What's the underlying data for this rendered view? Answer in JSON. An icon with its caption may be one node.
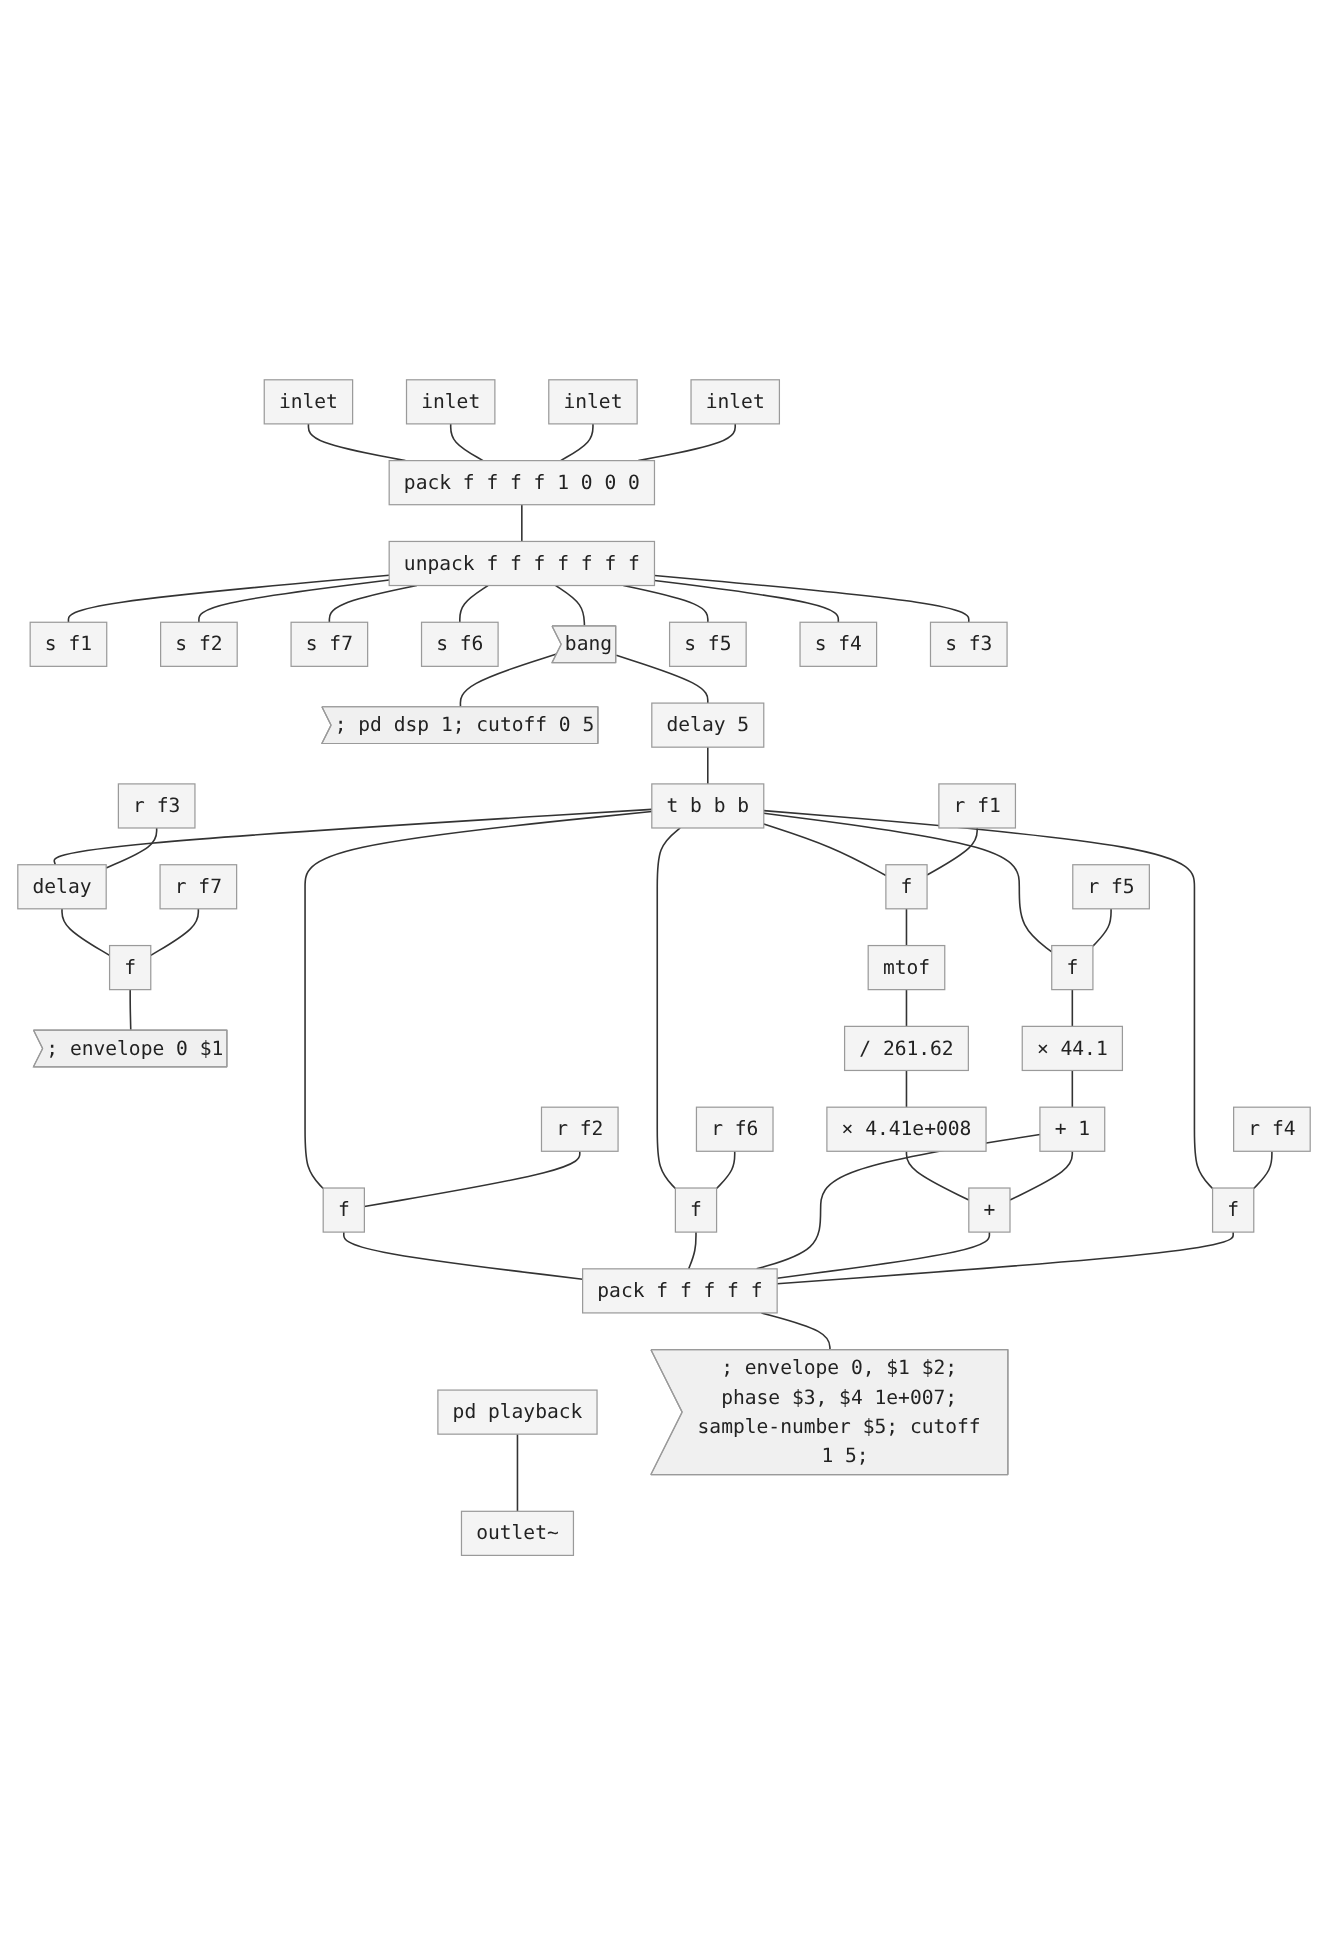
{
  "diagram": {
    "nodes": [
      {
        "text": [
          "inlet"
        ]
      },
      {
        "text": [
          "inlet"
        ]
      },
      {
        "text": [
          "inlet"
        ]
      },
      {
        "text": [
          "inlet"
        ]
      },
      {
        "text": [
          "pack f f f f 1 0 0 0"
        ]
      },
      {
        "text": [
          "unpack f f f f f f f"
        ]
      },
      {
        "text": [
          "s f1"
        ]
      },
      {
        "text": [
          "s f2"
        ]
      },
      {
        "text": [
          "s f7"
        ]
      },
      {
        "text": [
          "s f6"
        ]
      },
      {
        "text": [
          "bang"
        ]
      },
      {
        "text": [
          "s f5"
        ]
      },
      {
        "text": [
          "; pd dsp 1; cutoff 0 5"
        ]
      },
      {
        "text": [
          "delay 5"
        ]
      },
      {
        "text": [
          "s f4"
        ]
      },
      {
        "text": [
          "t b b b"
        ]
      },
      {
        "text": [
          "s f3"
        ]
      },
      {
        "text": [
          "r f3"
        ]
      },
      {
        "text": [
          "delay"
        ]
      },
      {
        "text": [
          "r f7"
        ]
      },
      {
        "text": [
          "f"
        ]
      },
      {
        "text": [
          "; envelope 0 $1"
        ]
      },
      {
        "text": [
          "r f1"
        ]
      },
      {
        "text": [
          "f"
        ]
      },
      {
        "text": [
          "mtof"
        ]
      },
      {
        "text": [
          "r f2"
        ]
      },
      {
        "text": [
          "f"
        ]
      },
      {
        "text": [
          "r f6"
        ]
      },
      {
        "text": [
          "f"
        ]
      },
      {
        "text": [
          "r f5"
        ]
      },
      {
        "text": [
          "f"
        ]
      },
      {
        "text": [
          "r f4"
        ]
      },
      {
        "text": [
          "f"
        ]
      },
      {
        "text": [
          "/ 261.62"
        ]
      },
      {
        "text": [
          "× 44.1"
        ]
      },
      {
        "text": [
          "× 4.41e+008"
        ]
      },
      {
        "text": [
          "+ 1"
        ]
      },
      {
        "text": [
          "+"
        ]
      },
      {
        "text": [
          "pack f f f f f"
        ]
      },
      {
        "text": [
          "pd playback"
        ]
      },
      {
        "text": [
          "; envelope 0, $1 $2; phase $3, $4 1e+007; sample-number $5; cutoff 1 5;"
        ]
      },
      {
        "text": [
          "outlet~"
        ]
      }
    ],
    "edges": [
      {
        "from": 0,
        "to": 4,
        "arrow": "none"
      },
      {
        "from": 1,
        "to": 4,
        "arrow": "none"
      },
      {
        "from": 2,
        "to": 4,
        "arrow": "none"
      },
      {
        "from": 3,
        "to": 4,
        "arrow": "none"
      },
      {
        "from": 4,
        "to": 5,
        "arrow": "none"
      },
      {
        "from": 5,
        "to": 6,
        "arrow": "none"
      },
      {
        "from": 5,
        "to": 10,
        "arrow": "none"
      },
      {
        "from": 5,
        "to": 7,
        "arrow": "none"
      },
      {
        "from": 5,
        "to": 16,
        "arrow": "none"
      },
      {
        "from": 5,
        "to": 14,
        "arrow": "none"
      },
      {
        "from": 5,
        "to": 11,
        "arrow": "none"
      },
      {
        "from": 5,
        "to": 9,
        "arrow": "none"
      },
      {
        "from": 5,
        "to": 8,
        "arrow": "none"
      },
      {
        "from": 10,
        "to": 12,
        "arrow": "none"
      },
      {
        "from": 10,
        "to": 13,
        "arrow": "none"
      },
      {
        "from": 13,
        "to": 15,
        "arrow": "none"
      },
      {
        "from": 15,
        "to": 26,
        "arrow": "none"
      },
      {
        "from": 15,
        "to": 23,
        "arrow": "none"
      },
      {
        "from": 15,
        "to": 28,
        "arrow": "none"
      },
      {
        "from": 15,
        "to": 30,
        "arrow": "none"
      },
      {
        "from": 15,
        "to": 18,
        "arrow": "none"
      },
      {
        "from": 15,
        "to": 32,
        "arrow": "none"
      },
      {
        "from": 17,
        "to": 18,
        "arrow": "none"
      },
      {
        "from": 18,
        "to": 20,
        "arrow": "none"
      },
      {
        "from": 19,
        "to": 20,
        "arrow": "none"
      },
      {
        "from": 20,
        "to": 21,
        "arrow": "none"
      },
      {
        "from": 22,
        "to": 23,
        "arrow": "none"
      },
      {
        "from": 23,
        "to": 24,
        "arrow": "none"
      },
      {
        "from": 24,
        "to": 33,
        "arrow": "none"
      },
      {
        "from": 33,
        "to": 35,
        "arrow": "none"
      },
      {
        "from": 35,
        "to": 37,
        "arrow": "none"
      },
      {
        "from": 25,
        "to": 26,
        "arrow": "none"
      },
      {
        "from": 27,
        "to": 28,
        "arrow": "none"
      },
      {
        "from": 29,
        "to": 30,
        "arrow": "none"
      },
      {
        "from": 30,
        "to": 34,
        "arrow": "none"
      },
      {
        "from": 34,
        "to": 36,
        "arrow": "none"
      },
      {
        "from": 36,
        "to": 37,
        "arrow": "none"
      },
      {
        "from": 31,
        "to": 32,
        "arrow": "none"
      },
      {
        "from": 26,
        "to": 38,
        "arrow": "none"
      },
      {
        "from": 28,
        "to": 38,
        "arrow": "none"
      },
      {
        "from": 36,
        "to": 38,
        "arrow": "none"
      },
      {
        "from": 37,
        "to": 38,
        "arrow": "none"
      },
      {
        "from": 32,
        "to": 38,
        "arrow": "none"
      },
      {
        "from": 38,
        "to": 40,
        "arrow": "none"
      },
      {
        "from": 39,
        "to": 41,
        "arrow": "none"
      }
    ]
  }
}
